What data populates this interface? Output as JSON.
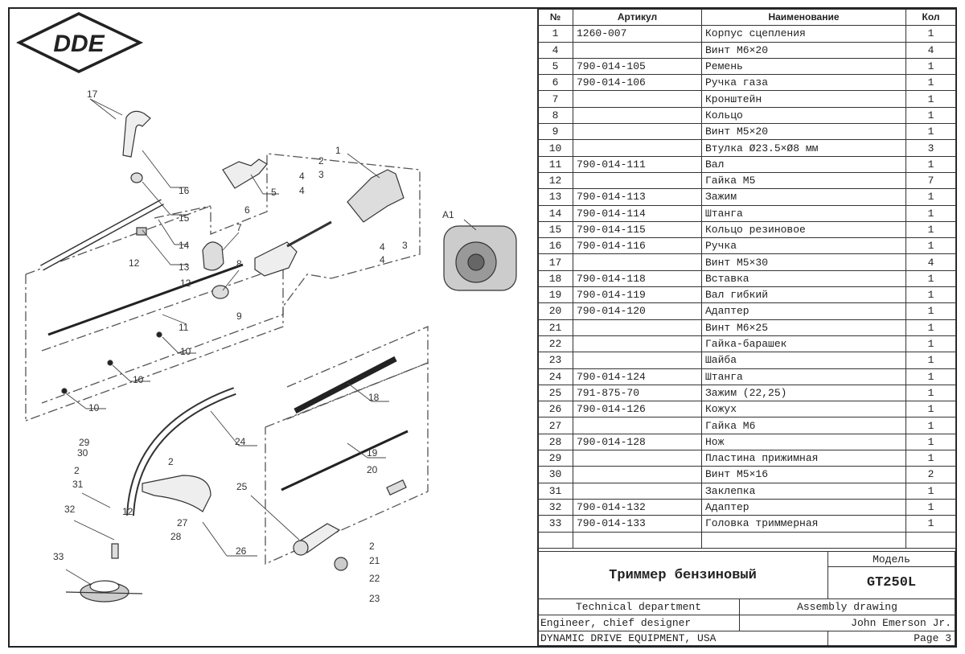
{
  "brand": {
    "logo_text": "DDE"
  },
  "table": {
    "headers": {
      "num": "№",
      "article": "Артикул",
      "name": "Наименование",
      "qty": "Кол"
    },
    "rows": [
      {
        "n": "1",
        "a": "1260-007",
        "name": "Корпус сцепления",
        "q": "1"
      },
      {
        "n": "4",
        "a": "",
        "name": "Винт М6×20",
        "q": "4"
      },
      {
        "n": "5",
        "a": "790-014-105",
        "name": "Ремень",
        "q": "1"
      },
      {
        "n": "6",
        "a": "790-014-106",
        "name": "Ручка газа",
        "q": "1"
      },
      {
        "n": "7",
        "a": "",
        "name": "Кронштейн",
        "q": "1"
      },
      {
        "n": "8",
        "a": "",
        "name": "Кольцо",
        "q": "1"
      },
      {
        "n": "9",
        "a": "",
        "name": "Винт М5×20",
        "q": "1"
      },
      {
        "n": "10",
        "a": "",
        "name": "Втулка Ø23.5×Ø8 мм",
        "q": "3"
      },
      {
        "n": "11",
        "a": "790-014-111",
        "name": "Вал",
        "q": "1"
      },
      {
        "n": "12",
        "a": "",
        "name": "Гайка М5",
        "q": "7"
      },
      {
        "n": "13",
        "a": "790-014-113",
        "name": "Зажим",
        "q": "1"
      },
      {
        "n": "14",
        "a": "790-014-114",
        "name": "Штанга",
        "q": "1"
      },
      {
        "n": "15",
        "a": "790-014-115",
        "name": "Кольцо резиновое",
        "q": "1"
      },
      {
        "n": "16",
        "a": "790-014-116",
        "name": "Ручка",
        "q": "1"
      },
      {
        "n": "17",
        "a": "",
        "name": "Винт М5×30",
        "q": "4"
      },
      {
        "n": "18",
        "a": "790-014-118",
        "name": "Вставка",
        "q": "1"
      },
      {
        "n": "19",
        "a": "790-014-119",
        "name": "Вал гибкий",
        "q": "1"
      },
      {
        "n": "20",
        "a": "790-014-120",
        "name": "Адаптер",
        "q": "1"
      },
      {
        "n": "21",
        "a": "",
        "name": "Винт М6×25",
        "q": "1"
      },
      {
        "n": "22",
        "a": "",
        "name": "Гайка-барашек",
        "q": "1"
      },
      {
        "n": "23",
        "a": "",
        "name": "Шайба",
        "q": "1"
      },
      {
        "n": "24",
        "a": "790-014-124",
        "name": "Штанга",
        "q": "1"
      },
      {
        "n": "25",
        "a": "791-875-70",
        "name": "Зажим (22,25)",
        "q": "1"
      },
      {
        "n": "26",
        "a": "790-014-126",
        "name": "Кожух",
        "q": "1"
      },
      {
        "n": "27",
        "a": "",
        "name": "Гайка М6",
        "q": "1"
      },
      {
        "n": "28",
        "a": "790-014-128",
        "name": "Нож",
        "q": "1"
      },
      {
        "n": "29",
        "a": "",
        "name": "Пластина прижимная",
        "q": "1"
      },
      {
        "n": "30",
        "a": "",
        "name": "Винт М5×16",
        "q": "2"
      },
      {
        "n": "31",
        "a": "",
        "name": "Заклепка",
        "q": "1"
      },
      {
        "n": "32",
        "a": "790-014-132",
        "name": "Адаптер",
        "q": "1"
      },
      {
        "n": "33",
        "a": "790-014-133",
        "name": "Головка триммерная",
        "q": "1"
      },
      {
        "n": "",
        "a": "",
        "name": "",
        "q": ""
      }
    ]
  },
  "title_block": {
    "product": "Триммер бензиновый",
    "model_label": "Модель",
    "model": "GT250L",
    "department": "Technical department",
    "drawing_type": "Assembly drawing",
    "role": "Engineer, chief designer",
    "designer": "John Emerson Jr.",
    "company": "DYNAMIC DRIVE EQUIPMENT, USA",
    "page": "Page 3"
  },
  "callouts": [
    "17",
    "16",
    "15",
    "14",
    "13",
    "12",
    "12",
    "11",
    "10",
    "10",
    "10",
    "5",
    "7",
    "8",
    "9",
    "6",
    "4",
    "4",
    "4",
    "4",
    "2",
    "3",
    "1",
    "3",
    "A1",
    "18",
    "19",
    "20",
    "24",
    "29",
    "30",
    "2",
    "31",
    "32",
    "33",
    "12",
    "2",
    "27",
    "28",
    "26",
    "25",
    "2",
    "21",
    "22",
    "23"
  ]
}
